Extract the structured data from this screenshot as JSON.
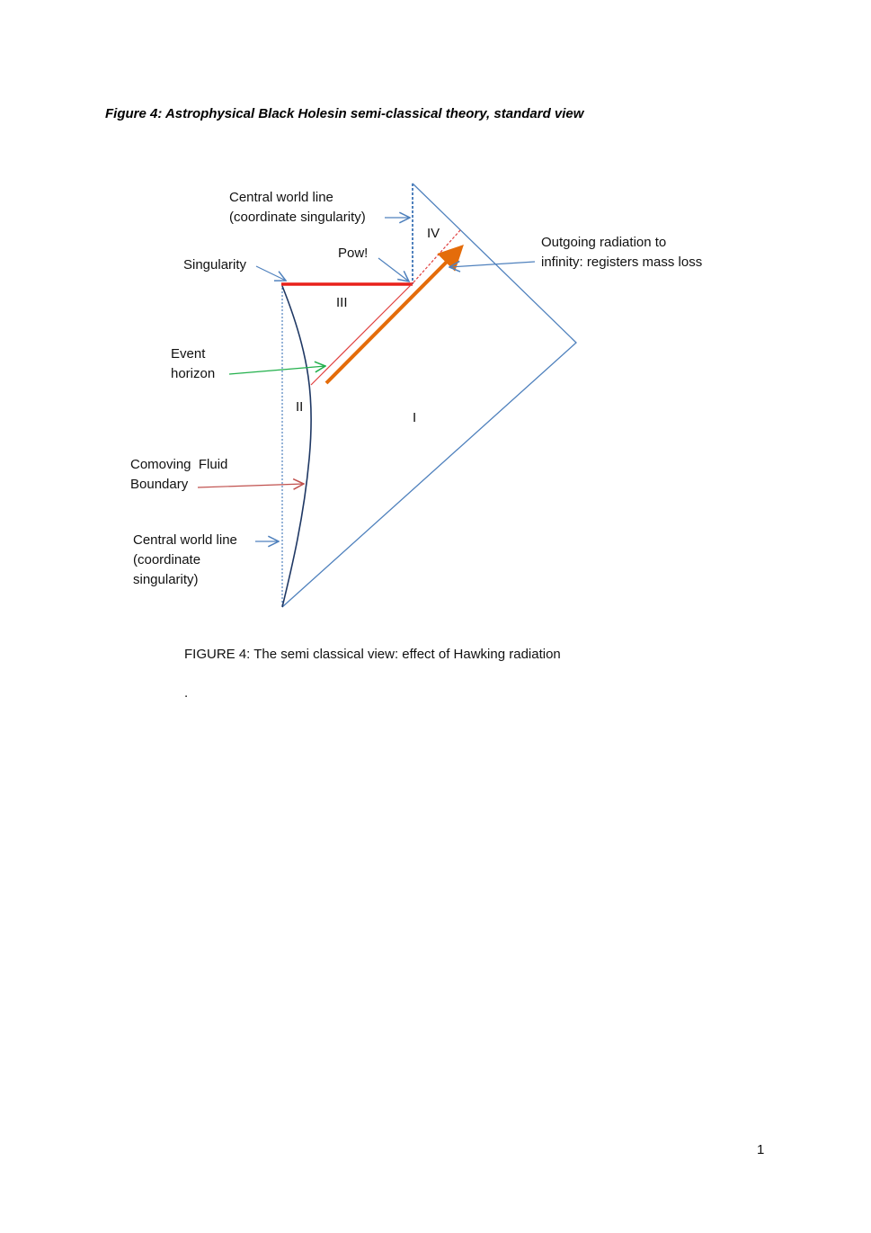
{
  "heading": "Figure 4: Astrophysical Black Holesin semi-classical theory, standard view",
  "labels": {
    "central_top_1": "Central world line",
    "central_top_2": "(coordinate singularity)",
    "pow": "Pow!",
    "region_iv": "IV",
    "outgoing_1": "Outgoing radiation to",
    "outgoing_2": "infinity: registers mass loss",
    "singularity": "Singularity",
    "region_iii": "III",
    "event_1": "Event",
    "event_2": "horizon",
    "region_ii": "II",
    "region_i": "I",
    "comoving_1": "Comoving  Fluid",
    "comoving_2": "Boundary",
    "central_bottom_1": "Central world line",
    "central_bottom_2": "(coordinate",
    "central_bottom_3": "singularity)"
  },
  "colors": {
    "frame_blue": "#4f81bd",
    "singularity_red": "#e8201a",
    "horizon_red": "#e04040",
    "radiation_orange": "#e46c0a",
    "boundary_navy": "#1f3864",
    "horizon_arrow_green": "#22b04c",
    "fluid_arrow_red": "#c0504d"
  },
  "caption": "FIGURE 4: The semi classical view: effect of Hawking radiation",
  "dot": ".",
  "page_number": "1"
}
